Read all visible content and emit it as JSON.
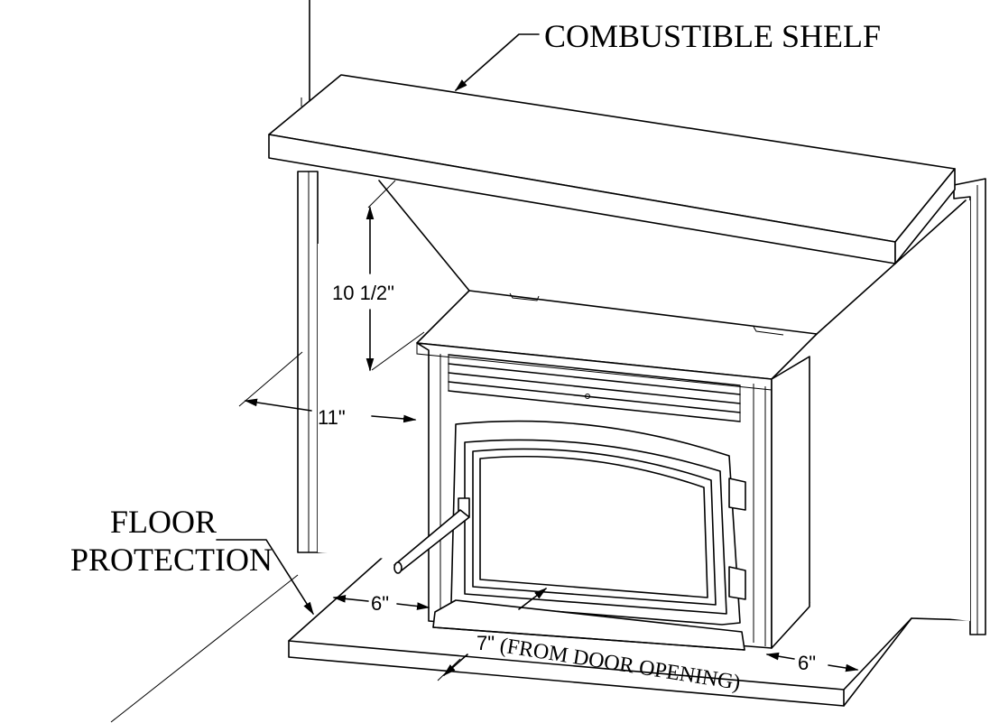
{
  "labels": {
    "combustible_shelf": "COMBUSTIBLE SHELF",
    "floor_protection_line1": "FLOOR",
    "floor_protection_line2": "PROTECTION"
  },
  "dimensions": {
    "shelf_clearance": "10 1/2\"",
    "side_clearance": "11\"",
    "hearth_left": "6\"",
    "hearth_right": "6\"",
    "hearth_front": "7\"",
    "hearth_front_note": "(FROM DOOR OPENING)"
  }
}
